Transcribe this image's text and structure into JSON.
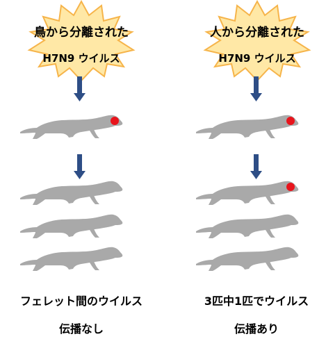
{
  "colors": {
    "burst_fill": "#FFE8A6",
    "burst_stroke": "#F6B44A",
    "arrow": "#2E4E86",
    "ferret": "#A9A9A9",
    "infection_dot": "#E8141C"
  },
  "columns": [
    {
      "id": "bird",
      "virus_label": {
        "line1": "鳥から分離された",
        "line2": "H7N9 ウイルス"
      },
      "caption": {
        "line1": "フェレット間のウイルス",
        "line2": "伝播なし"
      },
      "donor_infected": true,
      "contact_infected": [
        false,
        false,
        false
      ]
    },
    {
      "id": "human",
      "virus_label": {
        "line1": "人から分離された",
        "line2": "H7N9 ウイルス"
      },
      "caption": {
        "line1": "3匹中1匹でウイルス",
        "line2": "伝播あり"
      },
      "donor_infected": true,
      "contact_infected": [
        true,
        false,
        false
      ]
    }
  ]
}
